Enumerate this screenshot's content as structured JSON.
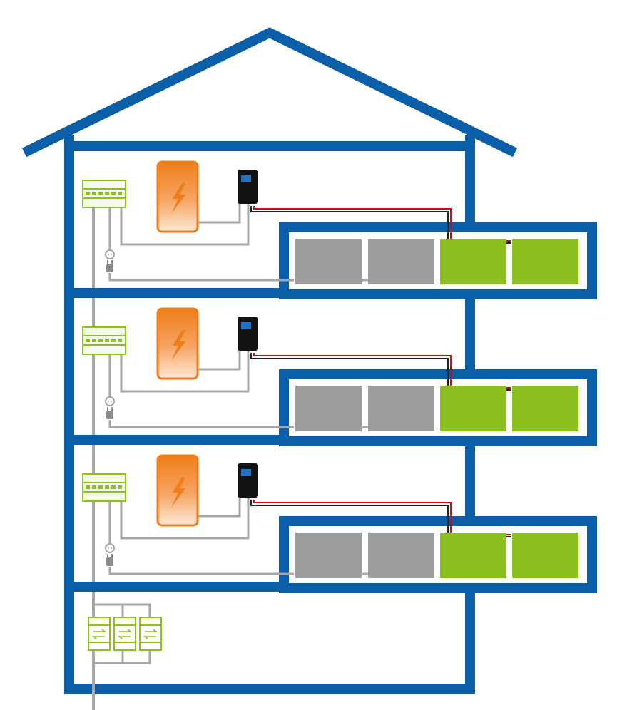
{
  "colors": {
    "house": "#0a5fa8",
    "cable": "#a6a6a6",
    "panel_grey": "#9d9d9d",
    "panel_green": "#8cc01e",
    "device_green": "#8cc01e",
    "battery_orange": "#ef7d1a",
    "inverter_black": "#111111",
    "dc_red": "#e3000f"
  },
  "floors": [
    {
      "panels": [
        "grey",
        "grey",
        "green",
        "green"
      ],
      "inverter_icon": "inverter-icon",
      "battery_icon": "battery-lightning-icon",
      "socket_icon": "socket-plug-icon"
    },
    {
      "panels": [
        "grey",
        "grey",
        "green",
        "green"
      ],
      "inverter_icon": "inverter-icon",
      "battery_icon": "battery-lightning-icon",
      "socket_icon": "socket-plug-icon"
    },
    {
      "panels": [
        "grey",
        "grey",
        "green",
        "green"
      ],
      "inverter_icon": "inverter-icon",
      "battery_icon": "battery-lightning-icon",
      "socket_icon": "socket-plug-icon"
    }
  ],
  "basement": {
    "meters": 3,
    "meter_icon": "bidirectional-meter-icon"
  }
}
